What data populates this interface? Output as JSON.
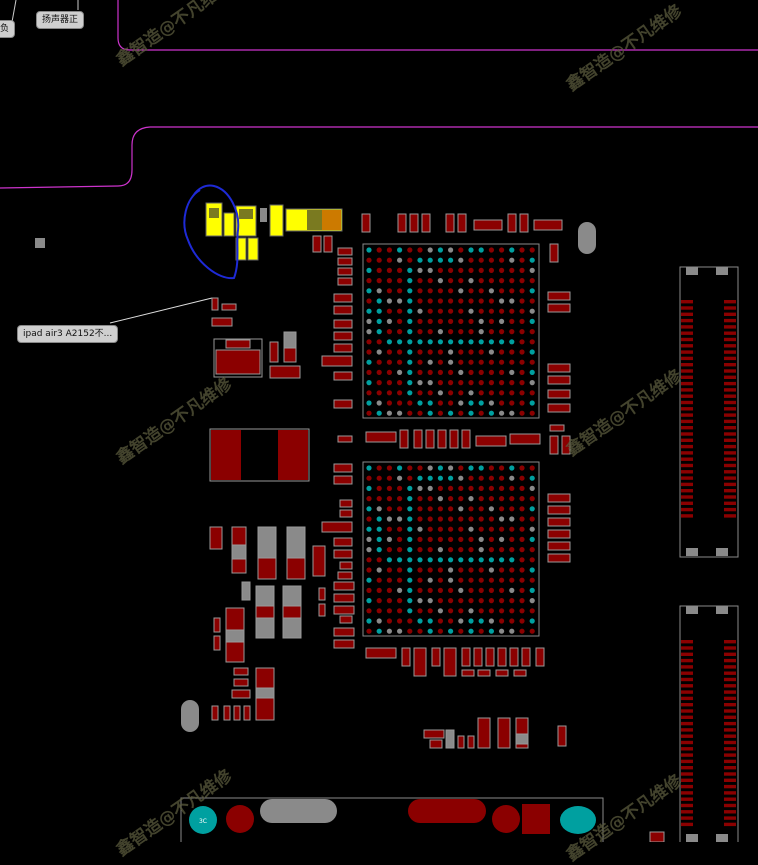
{
  "labels": {
    "left_partial": "负",
    "speaker_label": "扬声器正",
    "chip_note": "ipad air3   A2152不...",
    "pad_badge": "3C"
  },
  "watermark": "鑫智造@不凡维修",
  "colors": {
    "background": "#000000",
    "outline": "#cc33cc",
    "pad_red": "#8b0000",
    "pad_gray": "#8a8a8a",
    "highlight": "#ffff00",
    "highlight_orange": "#cc7a00",
    "ball_teal": "#00a0a0",
    "annotation_blue": "#1e2ad6",
    "label_bg": "#cfcfcf"
  }
}
